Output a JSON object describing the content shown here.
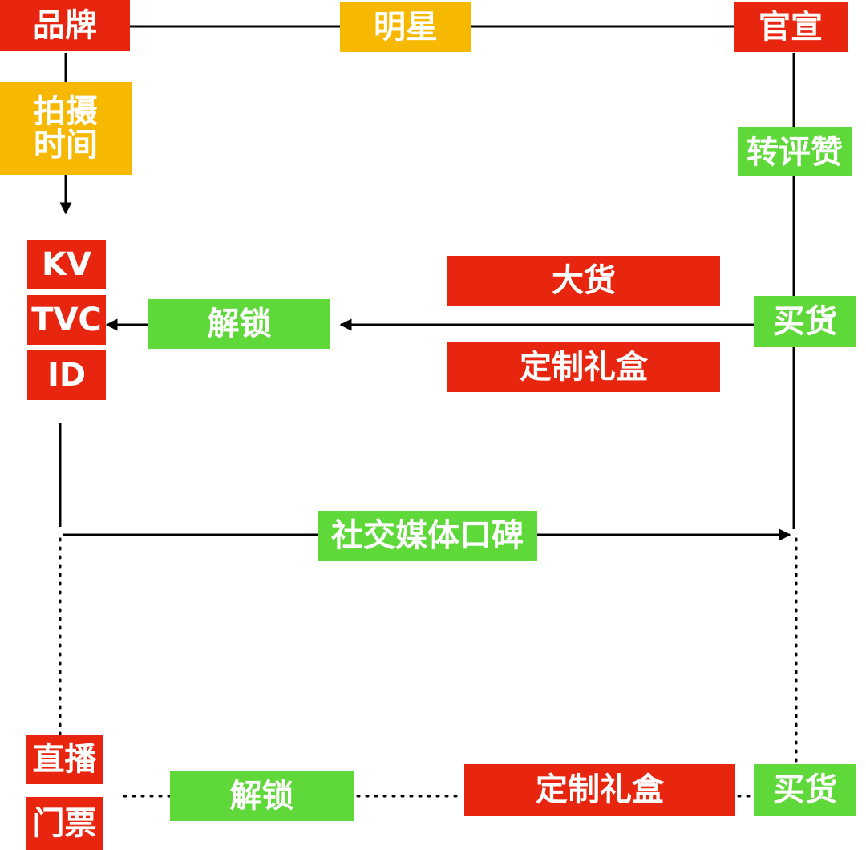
{
  "colors": {
    "red": "#e8250e",
    "yellow": "#f6b800",
    "green": "#5fd83a",
    "line": "#000000"
  },
  "nodes": {
    "brand": "品牌",
    "star": "明星",
    "official_announcement": "官宣",
    "shooting_time": [
      "拍摄",
      "时间"
    ],
    "repost_comment_like": "转评赞",
    "kv": "KV",
    "tvc": "TVC",
    "id": "ID",
    "big_goods": "大货",
    "unlock_top": "解锁",
    "buy_goods_top": "买货",
    "custom_gift_box_top": "定制礼盒",
    "social_media_reputation": "社交媒体口碑",
    "live_stream": "直播",
    "ticket": "门票",
    "unlock_bottom": "解锁",
    "custom_gift_box_bottom": "定制礼盒",
    "buy_goods_bottom": "买货"
  }
}
